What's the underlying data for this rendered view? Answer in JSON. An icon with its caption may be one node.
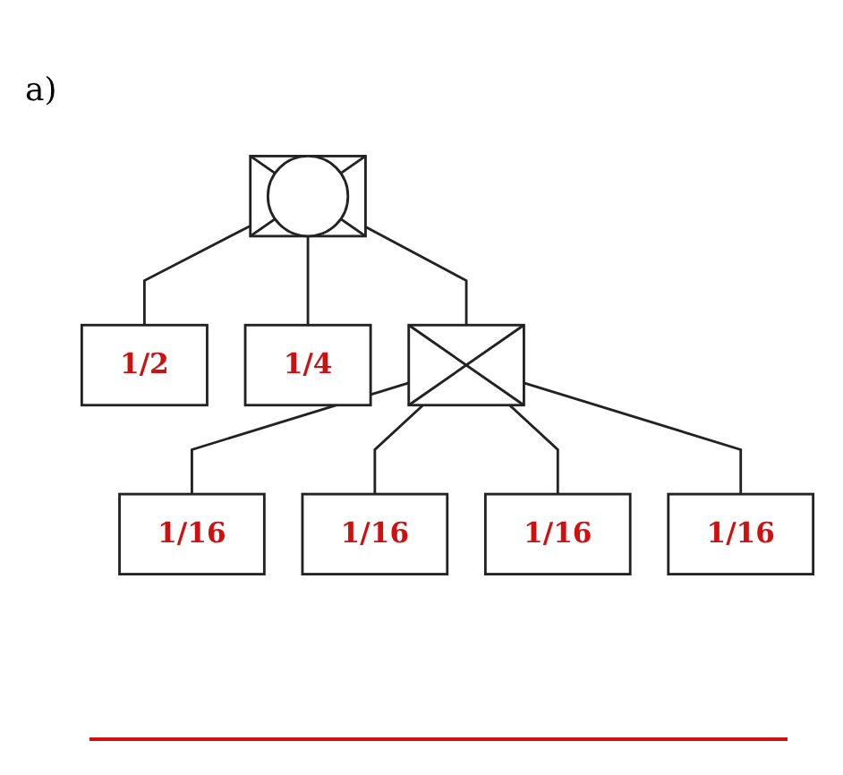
{
  "diagram": {
    "nodes": [
      {
        "text": [],
        "shape": "box"
      },
      {
        "text": [
          "1/2"
        ]
      },
      {
        "text": [
          "1/4"
        ]
      },
      {
        "text": [],
        "shape": "box"
      },
      {
        "text": [
          "1/16"
        ]
      },
      {
        "text": [
          "1/16"
        ]
      },
      {
        "text": [
          "1/16"
        ]
      },
      {
        "text": [
          "1/16"
        ]
      }
    ],
    "edges": [
      {
        "from": 0,
        "to": 1,
        "arrow": "none"
      },
      {
        "from": 0,
        "to": 2,
        "arrow": "none"
      },
      {
        "from": 0,
        "to": 3,
        "arrow": "none"
      },
      {
        "from": 3,
        "to": 4,
        "arrow": "none"
      },
      {
        "from": 3,
        "to": 5,
        "arrow": "none"
      },
      {
        "from": 3,
        "to": 6,
        "arrow": "none"
      },
      {
        "from": 3,
        "to": 7,
        "arrow": "none"
      }
    ],
    "labels": [
      "a)"
    ]
  }
}
